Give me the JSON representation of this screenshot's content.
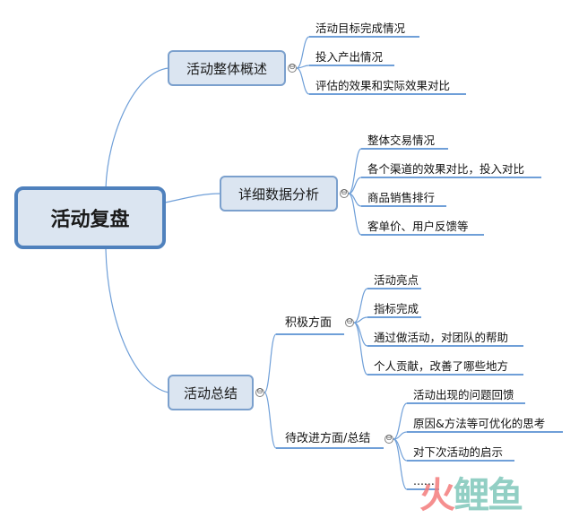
{
  "root": {
    "label": "活动复盘"
  },
  "branches": [
    {
      "label": "活动整体概述",
      "items": [
        "活动目标完成情况",
        "投入产出情况",
        "评估的效果和实际效果对比"
      ]
    },
    {
      "label": "详细数据分析",
      "items": [
        "整体交易情况",
        "各个渠道的效果对比，投入对比",
        "商品销售排行",
        "客单价、用户反馈等"
      ]
    },
    {
      "label": "活动总结",
      "groups": [
        {
          "label": "积极方面",
          "items": [
            "活动亮点",
            "指标完成",
            "通过做活动，对团队的帮助",
            "个人贡献，改善了哪些地方"
          ]
        },
        {
          "label": "待改进方面/总结",
          "items": [
            "活动出现的问题回馈",
            "原因&方法等可优化的思考",
            "对下次活动的启示",
            "......"
          ]
        }
      ]
    }
  ],
  "toggle_symbol": "⊖",
  "watermark": {
    "part1": "火",
    "part2": "鲤鱼"
  },
  "colors": {
    "line": "#6f9fd8",
    "box_fill": "#dbe5f1",
    "box_border": "#7ba0cd",
    "root_border": "#4f81bd",
    "underline": "#6f9fd8"
  }
}
